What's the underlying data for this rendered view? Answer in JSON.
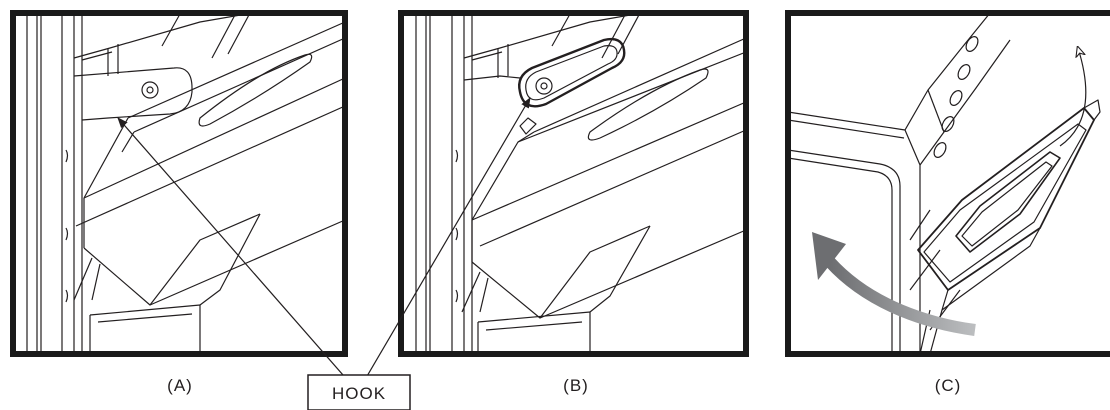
{
  "panels": [
    {
      "id": "A",
      "caption": "(A)"
    },
    {
      "id": "B",
      "caption": "(B)"
    },
    {
      "id": "C",
      "caption": "(C)"
    }
  ],
  "callout": {
    "label": "HOOK"
  },
  "colors": {
    "line": "#231f20",
    "frame": "#1a1a1a",
    "arrow_dark": "#6d6e71",
    "arrow_light": "#bcbec0"
  }
}
